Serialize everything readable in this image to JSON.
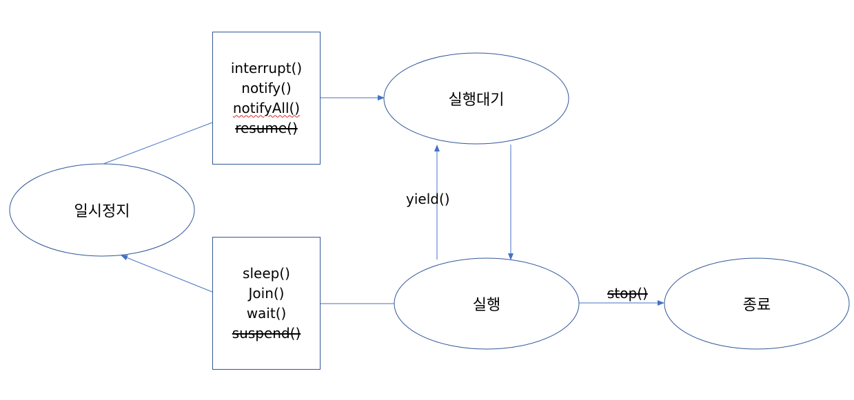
{
  "colors": {
    "stroke": "#2F5597",
    "arrow": "#4472C4",
    "error_underline": "#E02020"
  },
  "states": {
    "paused": "일시정지",
    "ready": "실행대기",
    "running": "실행",
    "terminated": "종료"
  },
  "resume_methods": [
    "interrupt()",
    "notify()",
    "notifyAll()",
    "resume()"
  ],
  "pause_methods": [
    "sleep()",
    "Join()",
    "wait()",
    "suspend()"
  ],
  "edge_labels": {
    "yield": "yield()",
    "stop": "stop()"
  }
}
